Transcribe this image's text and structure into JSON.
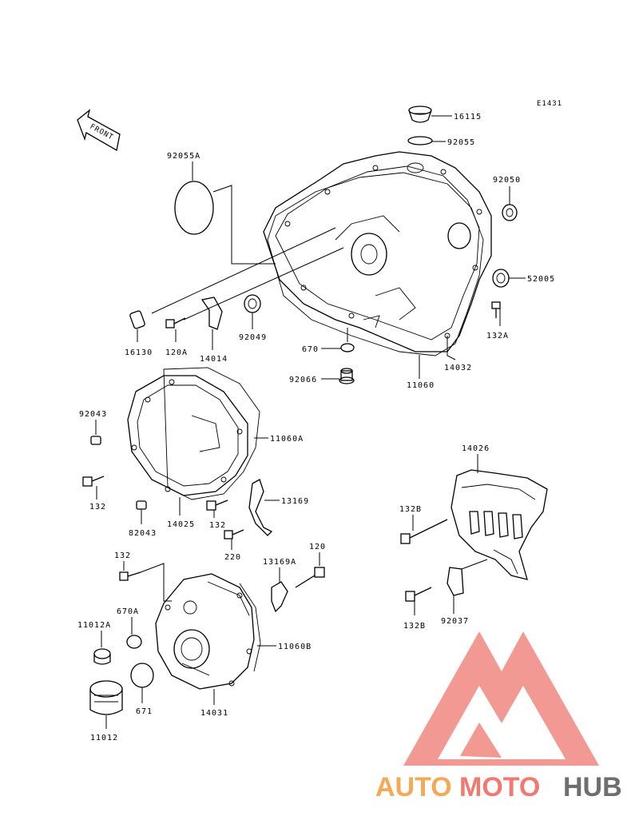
{
  "diagram_code": "E1431",
  "front_label": "FRONT",
  "parts": {
    "p16115": "16115",
    "p92055": "92055",
    "p92055A": "92055A",
    "p92050": "92050",
    "p52005": "52005",
    "p132A": "132A",
    "p14032": "14032",
    "p11060": "11060",
    "p92066": "92066",
    "p670": "670",
    "p16130": "16130",
    "p120A": "120A",
    "p14014": "14014",
    "p92049": "92049",
    "p92043a": "92043",
    "p11060A": "11060A",
    "p132a": "132",
    "p82043": "82043",
    "p14025": "14025",
    "p13169": "13169",
    "p132b": "132",
    "p220": "220",
    "p132c": "132",
    "p13169A": "13169A",
    "p120": "120",
    "p670A": "670A",
    "p11012A": "11012A",
    "p11060B": "11060B",
    "p671": "671",
    "p14031": "14031",
    "p11012": "11012",
    "p14026": "14026",
    "p132B_top": "132B",
    "p132B_bot": "132B",
    "p92037": "92037"
  },
  "watermark": {
    "part1": "AUTO",
    "part2": "MOTO",
    "part3": "HUB"
  },
  "colors": {
    "watermark_orange": "#f5a855",
    "watermark_red": "#f07a72",
    "watermark_gray": "#6e6e6e",
    "line": "#000000"
  }
}
